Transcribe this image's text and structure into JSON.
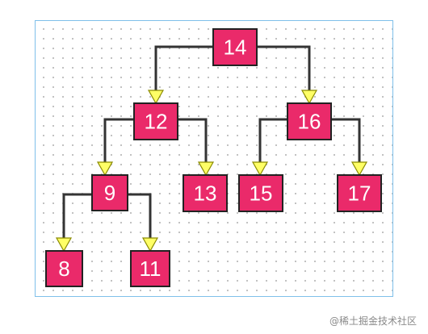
{
  "colors": {
    "node_fill": "#ea2a6a",
    "node_border": "#222222",
    "edge": "#333333",
    "arrow_fill": "#ffff66",
    "arrow_stroke": "#8a8a00",
    "frame_border": "#7fc0ea"
  },
  "diagram": {
    "type": "binary-tree",
    "nodes": [
      {
        "id": "n14",
        "label": "14"
      },
      {
        "id": "n12",
        "label": "12"
      },
      {
        "id": "n16",
        "label": "16"
      },
      {
        "id": "n9",
        "label": "9"
      },
      {
        "id": "n13",
        "label": "13"
      },
      {
        "id": "n15",
        "label": "15"
      },
      {
        "id": "n17",
        "label": "17"
      },
      {
        "id": "n8",
        "label": "8"
      },
      {
        "id": "n11",
        "label": "11"
      }
    ],
    "edges": [
      {
        "from": "n14",
        "to": "n12"
      },
      {
        "from": "n14",
        "to": "n16"
      },
      {
        "from": "n12",
        "to": "n9"
      },
      {
        "from": "n12",
        "to": "n13"
      },
      {
        "from": "n16",
        "to": "n15"
      },
      {
        "from": "n16",
        "to": "n17"
      },
      {
        "from": "n9",
        "to": "n8"
      },
      {
        "from": "n9",
        "to": "n11"
      }
    ]
  },
  "watermark": "@稀土掘金技术社区"
}
